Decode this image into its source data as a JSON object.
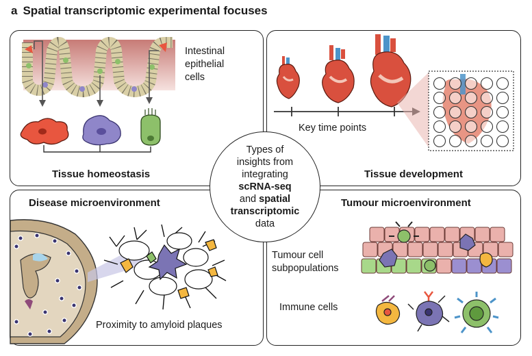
{
  "figure": {
    "panel_letter": "a",
    "heading": "Spatial transcriptomic experimental focuses"
  },
  "panels": {
    "homeostasis": {
      "title": "Tissue homeostasis",
      "label_lines": [
        "Intestinal",
        "epithelial",
        "cells"
      ]
    },
    "development": {
      "title": "Tissue development",
      "axis_label": "Key time points"
    },
    "disease": {
      "title": "Disease microenvironment",
      "caption": "Proximity to amyloid plaques"
    },
    "tumour": {
      "title": "Tumour microenvironment",
      "label_subpop_lines": [
        "Tumour cell",
        "subpopulations"
      ],
      "label_immune": "Immune cells"
    }
  },
  "center": {
    "line1": "Types of",
    "line2": "insights from",
    "line3": "integrating",
    "line4": "scRNA-seq",
    "line5_and": "and",
    "line5_bold": "spatial",
    "line6": "transcriptomic",
    "line7": "data"
  },
  "colors": {
    "cell_red": "#e8563f",
    "cell_purple": "#8f86c9",
    "cell_green": "#8dc06a",
    "tissue_pink": "#e9b6b0",
    "heart_red": "#d9503e",
    "vessel_blue": "#4d94c9",
    "brain_tan": "#c4ad89",
    "astro_orange": "#f4b740",
    "tumour_pink": "#eab1ac"
  }
}
